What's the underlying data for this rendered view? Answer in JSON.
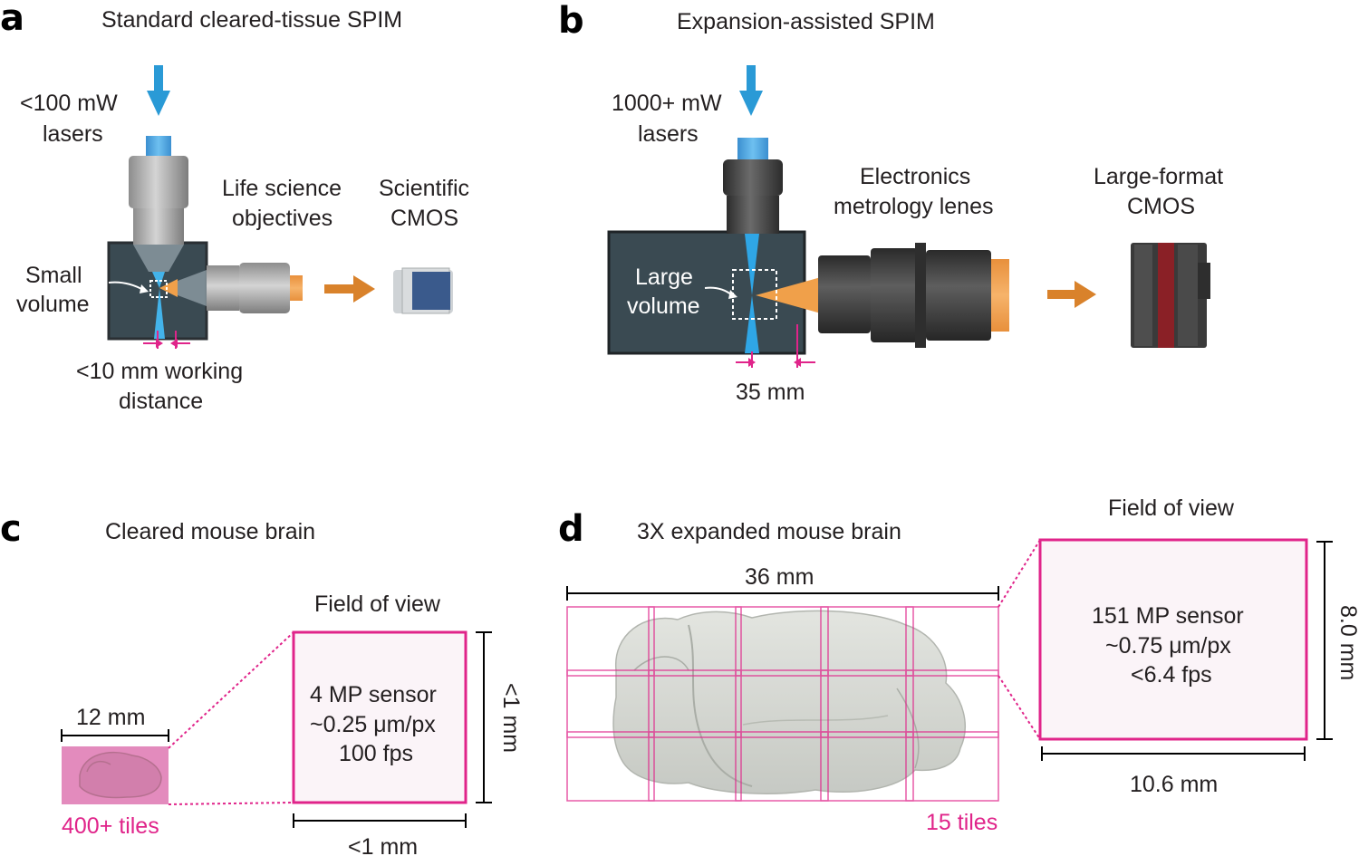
{
  "panels": {
    "a": {
      "letter": "a",
      "title": "Standard cleared-tissue SPIM",
      "laser": [
        "<100 mW",
        "lasers"
      ],
      "objectives": [
        "Life science",
        "objectives"
      ],
      "camera": [
        "Scientific",
        "CMOS"
      ],
      "volume": [
        "Small",
        "volume"
      ],
      "working_distance": [
        "<10 mm working",
        "distance"
      ]
    },
    "b": {
      "letter": "b",
      "title": "Expansion-assisted SPIM",
      "laser": [
        "1000+ mW",
        "lasers"
      ],
      "lenses": [
        "Electronics",
        "metrology lenes"
      ],
      "camera": [
        "Large-format",
        "CMOS"
      ],
      "volume": [
        "Large",
        "volume"
      ],
      "working_distance": "35 mm"
    },
    "c": {
      "letter": "c",
      "title": "Cleared mouse brain",
      "fov_title": "Field of view",
      "sensor": [
        "4 MP sensor",
        "~0.25 μm/px",
        "100 fps"
      ],
      "brain_width": "12 mm",
      "fov_height": "<1 mm",
      "fov_width": "<1 mm",
      "tiles": "400+ tiles"
    },
    "d": {
      "letter": "d",
      "title": "3X expanded mouse brain",
      "fov_title": "Field of view",
      "sensor": [
        "151 MP sensor",
        "~0.75 μm/px",
        "<6.4 fps"
      ],
      "brain_width": "36 mm",
      "fov_height": "8.0 mm",
      "fov_width": "10.6 mm",
      "tiles": "15 tiles"
    }
  },
  "colors": {
    "magenta": "#e0248a",
    "laser_blue": "#2a9ad6",
    "chamber": "#3a4a52",
    "emission_orange": "#f0a04a",
    "arrow_orange": "#d9822b"
  }
}
